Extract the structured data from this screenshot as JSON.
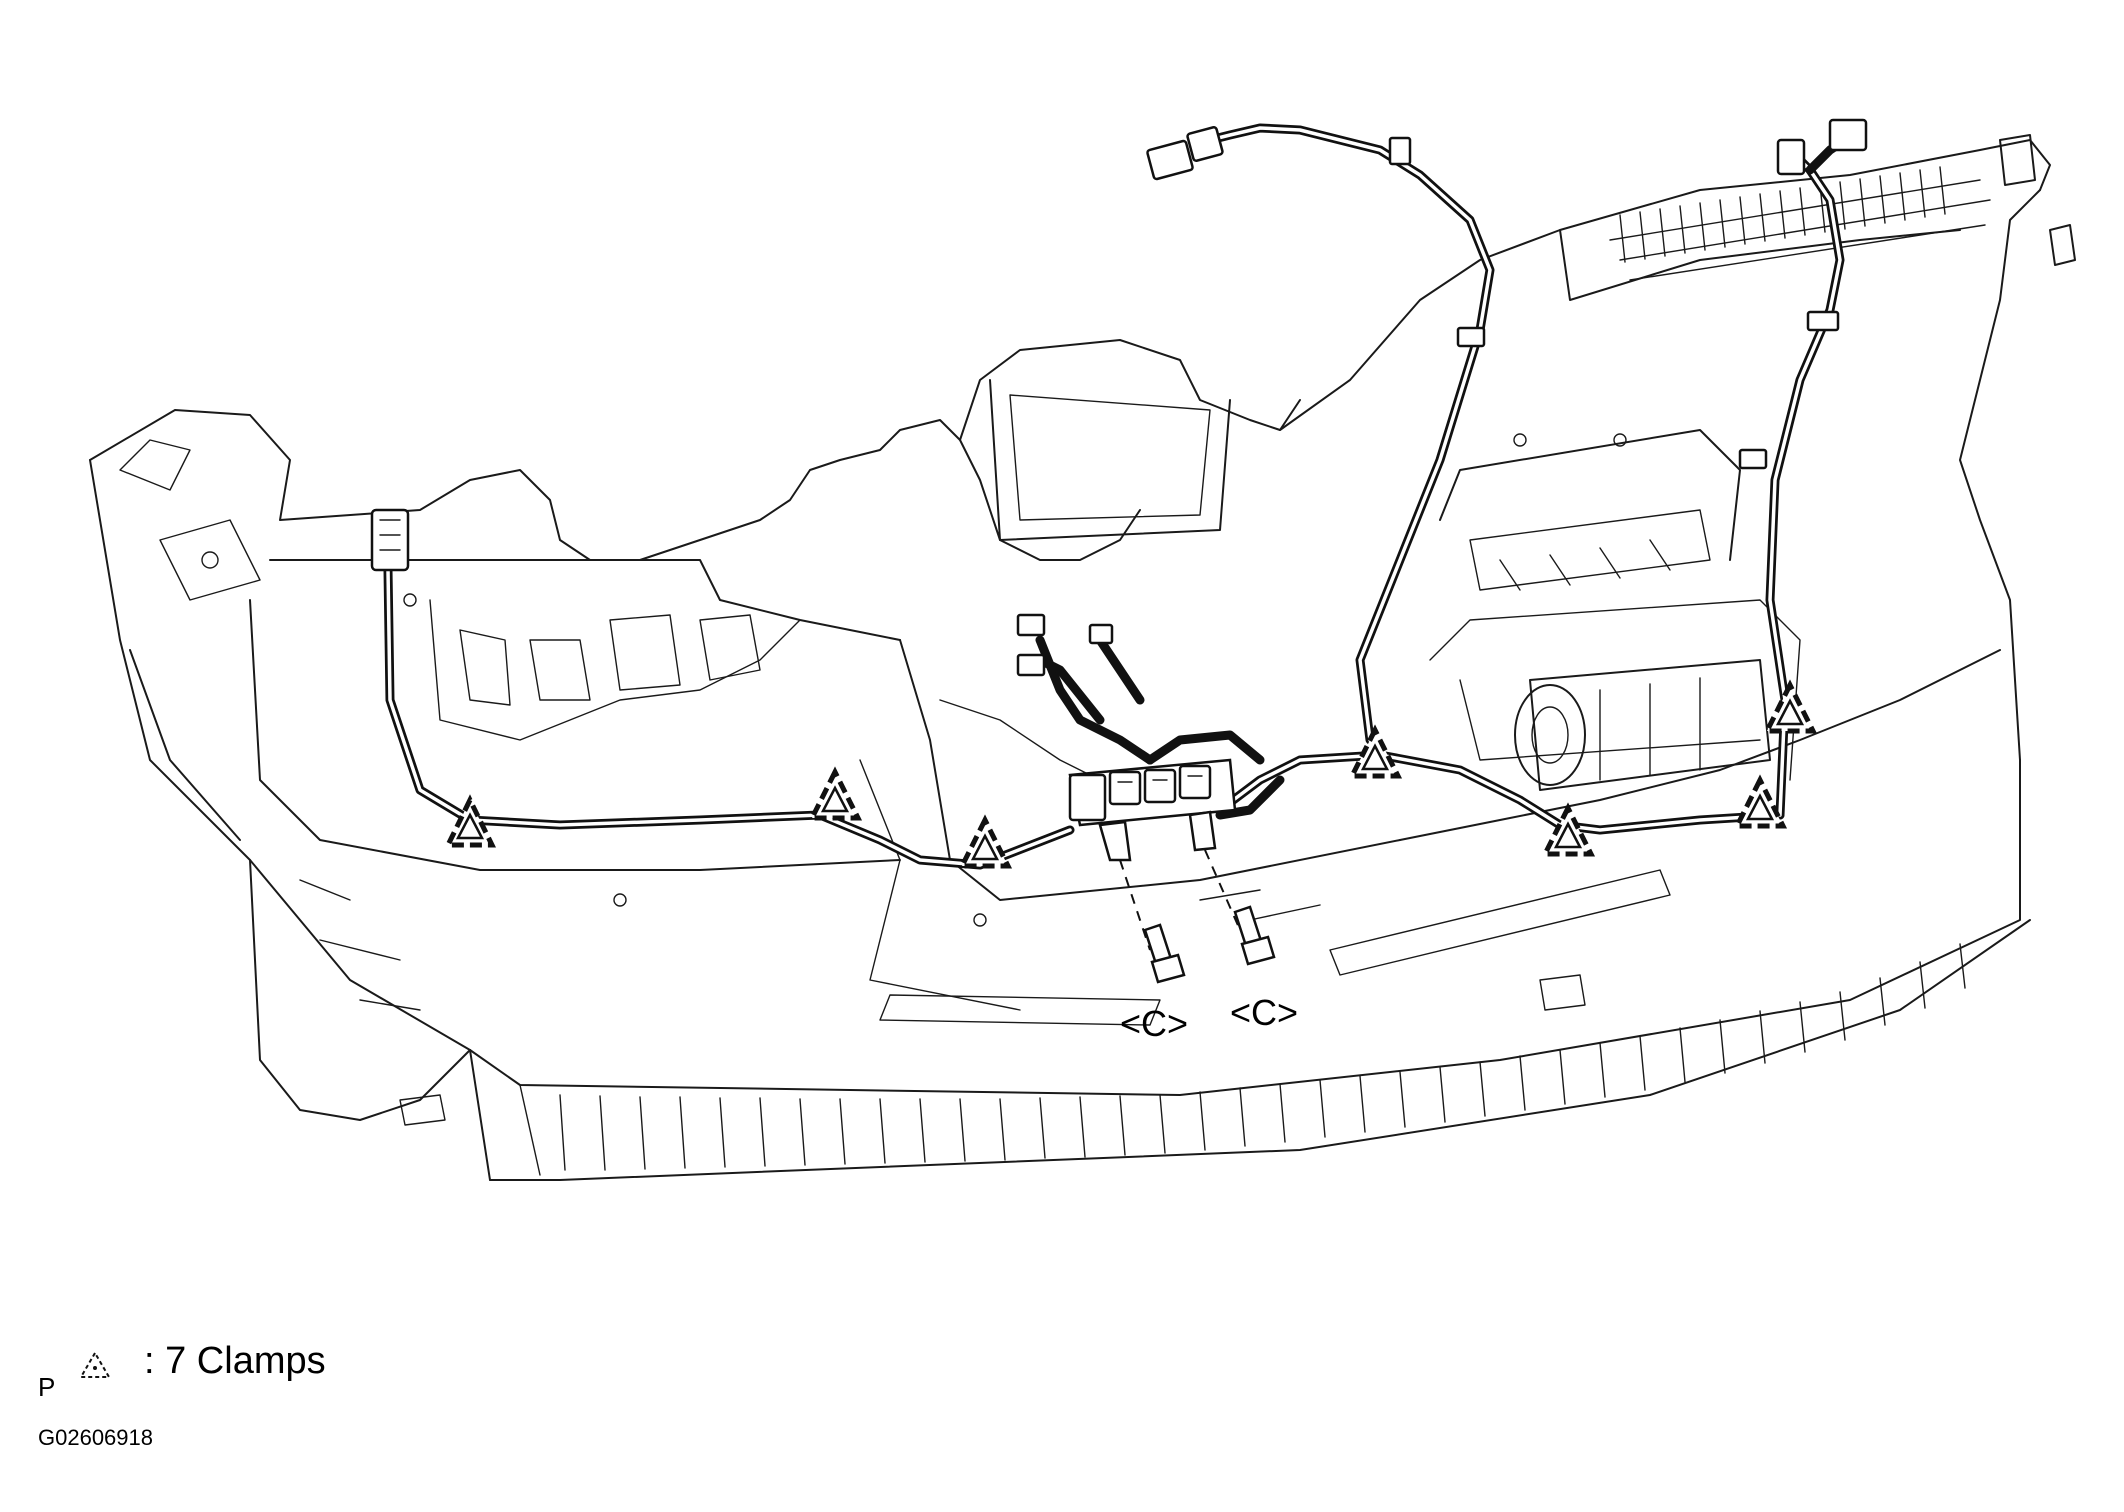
{
  "callouts": {
    "bolt_left": "<C>",
    "bolt_right": "<C>"
  },
  "legend": {
    "prefix": "P",
    "symbol_name": "clamp-triangle-icon",
    "text": ": 7 Clamps"
  },
  "figure_code": "G02606918",
  "clamps": [
    {
      "id": 1
    },
    {
      "id": 2
    },
    {
      "id": 3
    },
    {
      "id": 4
    },
    {
      "id": 5
    },
    {
      "id": 6
    },
    {
      "id": 7
    }
  ]
}
